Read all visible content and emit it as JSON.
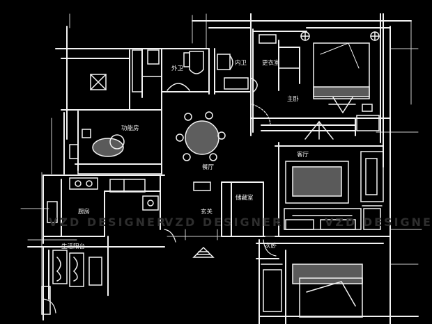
{
  "rooms": {
    "outer_bath": "外卫",
    "inner_bath": "内卫",
    "closet": "更衣室",
    "master_bedroom": "主卧",
    "function_room": "功能房",
    "living_room": "客厅",
    "dining_room": "餐厅",
    "storage_room": "储藏室",
    "kitchen": "厨房",
    "entrance": "玄关",
    "second_bedroom": "次卧",
    "utility_balcony": "生活阳台"
  },
  "watermarks": [
    "VZD DESIGNER",
    "VZD DESIGNER",
    "VZD DESIGNER"
  ],
  "colors": {
    "background": "#000000",
    "lines": "#f2f2f2",
    "furniture_fill": "#6a6a6a",
    "watermark": "#2e2e2e"
  }
}
